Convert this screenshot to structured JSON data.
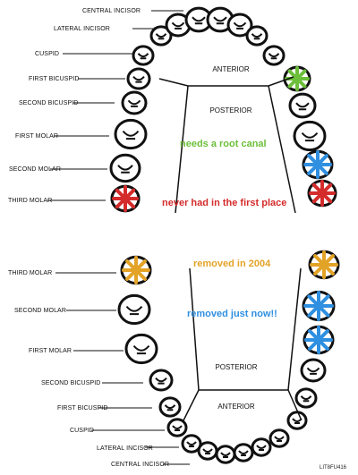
{
  "upper_arch": {
    "labels": {
      "central_incisor": "CENTRAL INCISOR",
      "lateral_incisor": "LATERAL INCISOR",
      "cuspid": "CUSPID",
      "first_bicuspid": "FIRST BICUSPID",
      "second_bicuspid": "SECOND BICUSPID",
      "first_molar": "FIRST MOLAR",
      "second_molar": "SECOND MOLAR",
      "third_molar": "THIRD MOLAR"
    },
    "region_anterior": "ANTERIOR",
    "region_posterior": "POSTERIOR",
    "annotations": {
      "root_canal": "needs a root canal",
      "never_had": "never had in the first place"
    }
  },
  "lower_arch": {
    "labels": {
      "third_molar": "THIRD MOLAR",
      "second_molar": "SECOND MOLAR",
      "first_molar": "FIRST MOLAR",
      "second_bicuspid": "SECOND BICUSPID",
      "first_bicuspid": "FIRST BICUSPID",
      "cuspid": "CUSPID",
      "lateral_incisor": "LATERAL INCISOR",
      "central_incisor": "CENTRAL INCISOR"
    },
    "region_anterior": "ANTERIOR",
    "region_posterior": "POSTERIOR",
    "annotations": {
      "removed_2004": "removed in 2004",
      "removed_now": "removed just now!!"
    }
  },
  "code": "LIT8FU416",
  "colors": {
    "root_canal": "#6cbf3a",
    "never_had": "#d42b2b",
    "removed_2004": "#e3a327",
    "removed_now": "#2f8fe0",
    "tooth_outline": "#111111"
  }
}
